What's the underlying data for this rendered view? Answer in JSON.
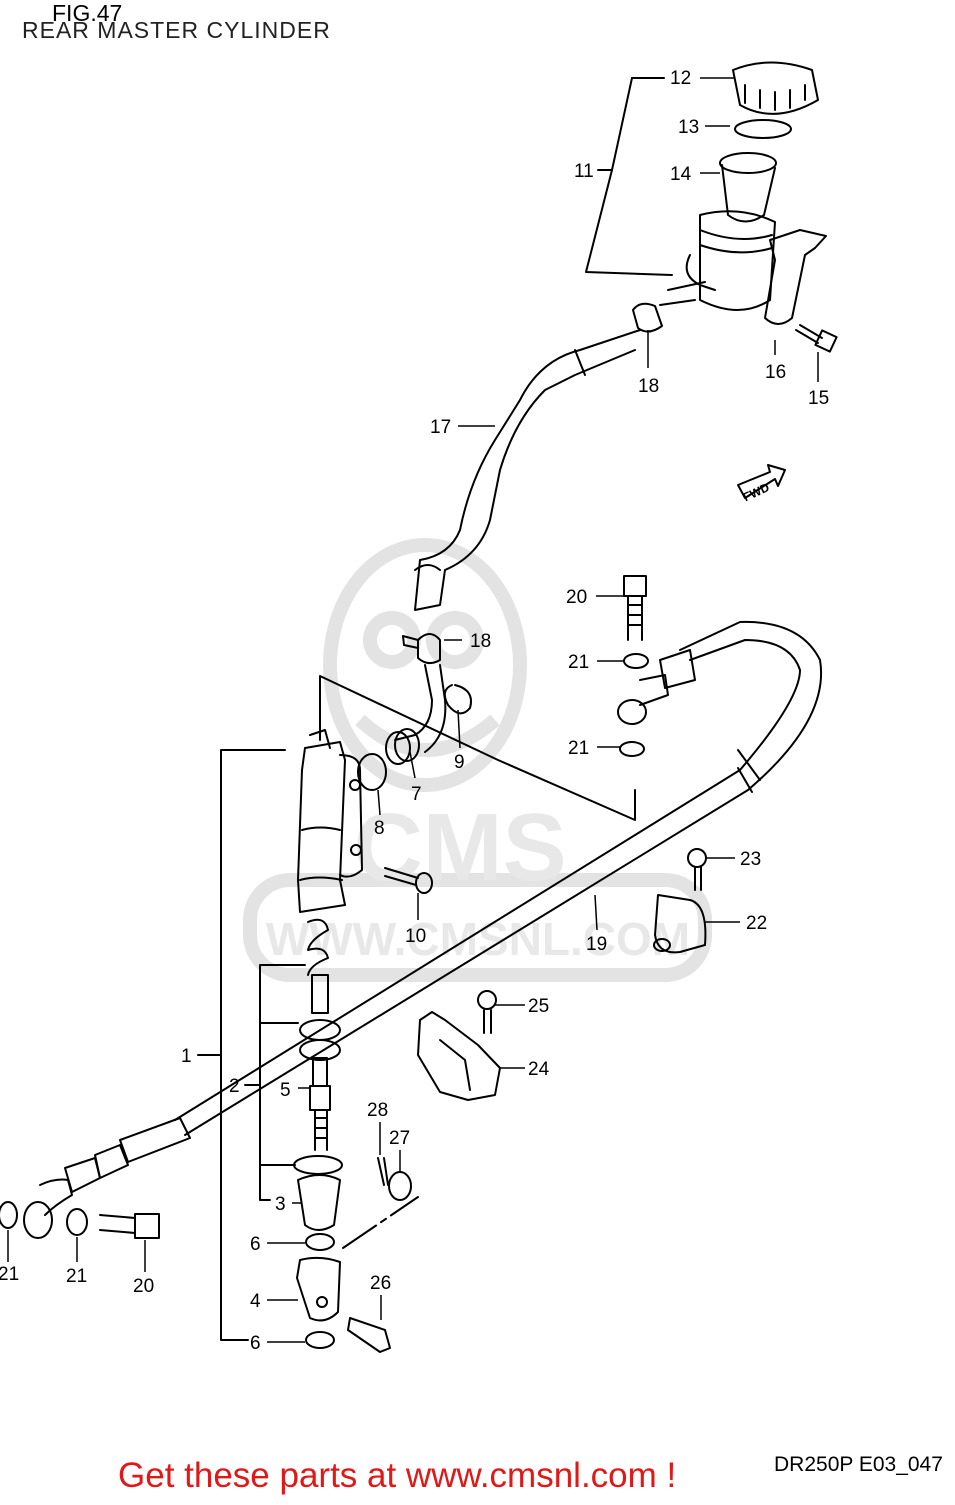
{
  "header": {
    "figure": "FIG.47",
    "title": "REAR MASTER CYLINDER"
  },
  "diagram_code": "DR250P E03_047",
  "promo_text": "Get these parts at www.cmsnl.com !",
  "watermark": {
    "text": "CMS",
    "url": "WWW.CMSNL.COM"
  },
  "fwd_tag": "FWD",
  "callouts": [
    {
      "id": "c12",
      "label": "12"
    },
    {
      "id": "c13",
      "label": "13"
    },
    {
      "id": "c14",
      "label": "14"
    },
    {
      "id": "c11",
      "label": "11"
    },
    {
      "id": "c16",
      "label": "16"
    },
    {
      "id": "c18a",
      "label": "18"
    },
    {
      "id": "c15",
      "label": "15"
    },
    {
      "id": "c17",
      "label": "17"
    },
    {
      "id": "c20a",
      "label": "20"
    },
    {
      "id": "c18b",
      "label": "18"
    },
    {
      "id": "c21a",
      "label": "21"
    },
    {
      "id": "c9",
      "label": "9"
    },
    {
      "id": "c21b",
      "label": "21"
    },
    {
      "id": "c7",
      "label": "7"
    },
    {
      "id": "c8",
      "label": "8"
    },
    {
      "id": "c23",
      "label": "23"
    },
    {
      "id": "c22",
      "label": "22"
    },
    {
      "id": "c10",
      "label": "10"
    },
    {
      "id": "c19",
      "label": "19"
    },
    {
      "id": "c25",
      "label": "25"
    },
    {
      "id": "c1",
      "label": "1"
    },
    {
      "id": "c24",
      "label": "24"
    },
    {
      "id": "c2",
      "label": "2"
    },
    {
      "id": "c5",
      "label": "5"
    },
    {
      "id": "c28",
      "label": "28"
    },
    {
      "id": "c27",
      "label": "27"
    },
    {
      "id": "c3",
      "label": "3"
    },
    {
      "id": "c6a",
      "label": "6"
    },
    {
      "id": "c21c",
      "label": "21"
    },
    {
      "id": "c21d",
      "label": "21"
    },
    {
      "id": "c20b",
      "label": "20"
    },
    {
      "id": "c26",
      "label": "26"
    },
    {
      "id": "c4",
      "label": "4"
    },
    {
      "id": "c6b",
      "label": "6"
    }
  ],
  "colors": {
    "line": "#000000",
    "promo": "#e01818",
    "watermark": "#e6e6e6"
  }
}
